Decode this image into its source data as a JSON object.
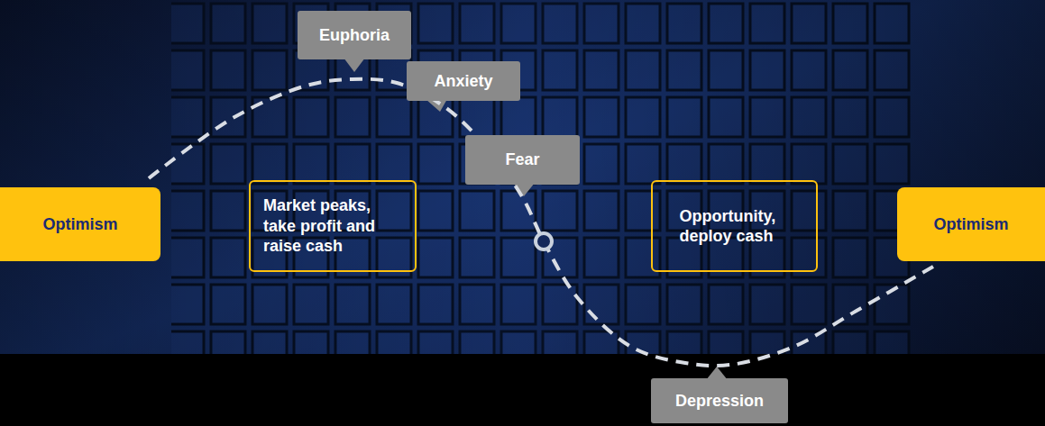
{
  "diagram": {
    "nodes": [
      {
        "text": [
          "Optimism"
        ]
      },
      {
        "text": [
          "Euphoria"
        ]
      },
      {
        "text": [
          "Anxiety"
        ]
      },
      {
        "text": [
          "Market peaks, take profit and raise cash"
        ]
      },
      {
        "text": [
          "Fear"
        ]
      },
      {
        "text": [
          "Opportunity, deploy cash"
        ]
      },
      {
        "text": [
          "Optimism"
        ]
      },
      {
        "text": [
          "Depression"
        ]
      }
    ]
  }
}
